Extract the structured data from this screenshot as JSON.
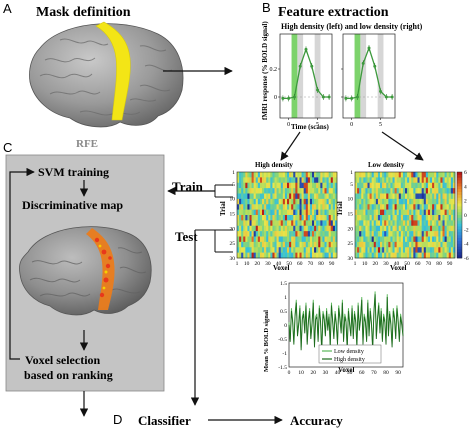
{
  "panels": {
    "a": {
      "letter": "A",
      "title": "Mask definition"
    },
    "b": {
      "letter": "B",
      "title": "Feature extraction",
      "chart_title": "High density (left) and low density (right)"
    },
    "c": {
      "letter": "C",
      "header": "RFE",
      "svm": "SVM training",
      "map": "Discriminative map",
      "voxel1": "Voxel selection",
      "voxel2": "based on ranking"
    },
    "d": {
      "letter": "D",
      "classifier": "Classifier",
      "accuracy": "Accuracy"
    }
  },
  "arrows": {
    "train": "Train",
    "test": "Test"
  },
  "heatmaps": {
    "high_title": "High density",
    "low_title": "Low density",
    "ylabel": "Trial",
    "xlabel": "Voxel"
  },
  "colors": {
    "mask": "#f3e516",
    "green": "#3d9a3d",
    "light_green": "#7dd36c",
    "gray_panel": "#c4c4c4",
    "text": "#111111"
  },
  "chart_data": [
    {
      "type": "line",
      "ylabel": "fMRI response (% BOLD signal)",
      "xlabel": "Time (scans)",
      "x": [
        -1,
        0,
        1,
        2,
        3,
        4,
        5,
        6,
        7
      ],
      "xticks": [
        0,
        5
      ],
      "ylim": [
        -0.15,
        0.45
      ],
      "yticks": [
        0,
        0.2
      ],
      "series": [
        {
          "values": [
            -0.01,
            -0.01,
            0.0,
            0.22,
            0.34,
            0.22,
            0.05,
            0.0,
            0.0
          ]
        }
      ]
    },
    {
      "type": "line",
      "x": [
        -1,
        0,
        1,
        2,
        3,
        4,
        5,
        6,
        7
      ],
      "xticks": [
        0,
        5
      ],
      "ylim": [
        -0.15,
        0.45
      ],
      "yticks": [
        0,
        0.2
      ],
      "series": [
        {
          "values": [
            -0.01,
            -0.01,
            0.0,
            0.24,
            0.35,
            0.22,
            0.04,
            0.0,
            0.0
          ]
        }
      ]
    },
    {
      "type": "heatmap",
      "title": "High density",
      "xlabel": "Voxel",
      "ylabel": "Trial",
      "yticks": [
        1,
        5,
        10,
        15,
        20,
        25,
        30
      ],
      "xticks": [
        1,
        10,
        20,
        30,
        40,
        50,
        60,
        70,
        80,
        90
      ],
      "colorbar_ticks": [
        6,
        4,
        2,
        0,
        -2,
        -4,
        -6
      ]
    },
    {
      "type": "heatmap",
      "title": "Low density",
      "xlabel": "Voxel",
      "ylabel": "Trial",
      "yticks": [
        1,
        5,
        10,
        15,
        20,
        25,
        30
      ],
      "xticks": [
        1,
        10,
        20,
        30,
        40,
        50,
        60,
        70,
        80,
        90
      ],
      "colorbar_ticks": [
        6,
        4,
        2,
        0,
        -2,
        -4,
        -6
      ]
    },
    {
      "type": "line",
      "ylabel": "Mean % BOLD signal",
      "xlabel": "Voxel",
      "ylim": [
        -1.5,
        1.5
      ],
      "yticks": [
        1.5,
        1,
        0.5,
        0,
        -0.5,
        -1,
        -1.5
      ],
      "xticks": [
        0,
        10,
        20,
        30,
        40,
        50,
        60,
        70,
        80,
        90
      ],
      "series": [
        {
          "name": "Low density",
          "color": "#5bb85b",
          "values": [
            0.1,
            -0.5,
            0.6,
            0.2,
            -0.6,
            0.4,
            0.9,
            -0.3,
            0.1,
            0.7,
            -0.8,
            0.3,
            0.5,
            -0.2,
            0.8,
            -0.6,
            0.2,
            0.6,
            -0.4,
            0.1,
            0.9,
            -0.7,
            0.3,
            0.4,
            -0.5,
            0.7,
            0.2,
            -0.9,
            0.5,
            0.3,
            -0.3,
            0.6,
            -0.1,
            0.4,
            -0.7,
            0.8,
            0.2,
            -0.4,
            0.5,
            0.1,
            -0.6,
            0.7,
            0.3,
            -0.2,
            0.9,
            -0.5,
            0.4,
            0.2,
            -0.8,
            0.6,
            0.1,
            -0.3,
            0.7,
            -0.4,
            0.5,
            0.2,
            -0.7,
            0.8,
            -0.1,
            0.3,
            1.0,
            -0.6,
            0.4,
            0.2,
            -0.5,
            0.9,
            -0.3,
            0.6,
            0.1,
            -0.8,
            0.5,
            1.2,
            -0.4,
            0.3,
            0.8,
            -0.2,
            0.6,
            -0.5,
            0.4,
            0.2,
            -0.6,
            1.1,
            -0.3,
            0.5,
            0.1,
            -0.7,
            0.6,
            0.3,
            -0.4,
            0.7,
            0.2,
            -0.5,
            0.4,
            0.1,
            -0.3
          ]
        },
        {
          "name": "High density",
          "color": "#1d6b1d",
          "values": [
            0.0,
            -0.6,
            0.5,
            0.1,
            -0.7,
            0.3,
            0.8,
            -0.4,
            0.0,
            0.6,
            -0.9,
            0.2,
            0.4,
            -0.3,
            0.7,
            -0.7,
            0.1,
            0.5,
            -0.5,
            0.0,
            0.8,
            -0.8,
            0.2,
            0.3,
            -0.6,
            0.6,
            0.1,
            -1.0,
            0.4,
            0.2,
            -0.4,
            0.5,
            -0.2,
            0.3,
            -0.8,
            0.7,
            0.1,
            -0.5,
            0.4,
            0.0,
            -0.7,
            0.6,
            0.2,
            -0.3,
            0.8,
            -0.6,
            0.3,
            0.1,
            -0.9,
            0.5,
            0.0,
            -0.4,
            0.6,
            -0.5,
            0.4,
            0.1,
            -0.8,
            0.7,
            -0.2,
            0.2,
            0.9,
            -0.7,
            0.3,
            0.1,
            -0.6,
            0.8,
            -0.4,
            0.5,
            0.0,
            -0.9,
            0.4,
            1.1,
            -0.5,
            0.2,
            0.7,
            -0.3,
            0.5,
            -0.6,
            0.3,
            0.1,
            -0.7,
            1.0,
            -0.4,
            0.4,
            0.0,
            -0.8,
            0.5,
            0.2,
            -0.5,
            0.6,
            0.1,
            -0.6,
            0.3,
            0.0,
            -0.4
          ]
        }
      ]
    }
  ]
}
